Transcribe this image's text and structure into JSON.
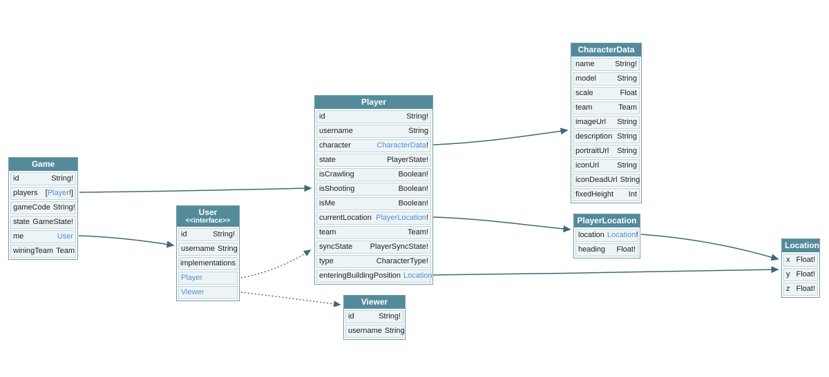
{
  "diagram": {
    "colors": {
      "header_bg": "#538b9b",
      "header_text": "#ffffff",
      "row_bg": "#eef4f6",
      "row_border": "#bcd4dc",
      "table_border": "#6f9aa8",
      "field_text": "#1b1b1b",
      "link_text": "#4a90d9",
      "edge": "#3c6977"
    },
    "tables": {
      "game": {
        "title": "Game",
        "fields": [
          {
            "name": "id",
            "type": "String!"
          },
          {
            "name": "players",
            "pre": "[",
            "link": "Player",
            "suffix": "!]"
          },
          {
            "name": "gameCode",
            "type": "String!"
          },
          {
            "name": "state",
            "type": "GameState!"
          },
          {
            "name": "me",
            "link": "User"
          },
          {
            "name": "winingTeam",
            "type": "Team"
          }
        ]
      },
      "user": {
        "title": "User",
        "subtitle": "<<interface>>",
        "fields": [
          {
            "name": "id",
            "type": "String!"
          },
          {
            "name": "username",
            "type": "String"
          },
          {
            "name": "implementations",
            "center": true
          },
          {
            "link": "Player"
          },
          {
            "link": "Viewer"
          }
        ]
      },
      "player": {
        "title": "Player",
        "fields": [
          {
            "name": "id",
            "type": "String!"
          },
          {
            "name": "username",
            "type": "String"
          },
          {
            "name": "character",
            "link": "CharacterData",
            "suffix": "!"
          },
          {
            "name": "state",
            "type": "PlayerState!"
          },
          {
            "name": "isCrawling",
            "type": "Boolean!"
          },
          {
            "name": "isShooting",
            "type": "Boolean!"
          },
          {
            "name": "isMe",
            "type": "Boolean!"
          },
          {
            "name": "currentLocation",
            "link": "PlayerLocation",
            "suffix": "!"
          },
          {
            "name": "team",
            "type": "Team!"
          },
          {
            "name": "syncState",
            "type": "PlayerSyncState!"
          },
          {
            "name": "type",
            "type": "CharacterType!"
          },
          {
            "name": "enteringBuildingPosition",
            "link": "Location"
          }
        ]
      },
      "viewer": {
        "title": "Viewer",
        "fields": [
          {
            "name": "id",
            "type": "String!"
          },
          {
            "name": "username",
            "type": "String"
          }
        ]
      },
      "characterData": {
        "title": "CharacterData",
        "fields": [
          {
            "name": "name",
            "type": "String!"
          },
          {
            "name": "model",
            "type": "String"
          },
          {
            "name": "scale",
            "type": "Float"
          },
          {
            "name": "team",
            "type": "Team"
          },
          {
            "name": "imageUrl",
            "type": "String"
          },
          {
            "name": "description",
            "type": "String"
          },
          {
            "name": "portraitUrl",
            "type": "String"
          },
          {
            "name": "iconUrl",
            "type": "String"
          },
          {
            "name": "iconDeadUrl",
            "type": "String"
          },
          {
            "name": "fixedHeight",
            "type": "Int"
          }
        ]
      },
      "playerLocation": {
        "title": "PlayerLocation",
        "fields": [
          {
            "name": "location",
            "link": "Location",
            "suffix": "!"
          },
          {
            "name": "heading",
            "type": "Float!"
          }
        ]
      },
      "location": {
        "title": "Location",
        "fields": [
          {
            "name": "x",
            "type": "Float!"
          },
          {
            "name": "y",
            "type": "Float!"
          },
          {
            "name": "z",
            "type": "Float!"
          }
        ]
      }
    },
    "edges": [
      {
        "from": "Game.players",
        "to": "Player",
        "style": "solid"
      },
      {
        "from": "Game.me",
        "to": "User",
        "style": "solid"
      },
      {
        "from": "User.Player",
        "to": "Player",
        "style": "dotted"
      },
      {
        "from": "User.Viewer",
        "to": "Viewer",
        "style": "dotted"
      },
      {
        "from": "Player.character",
        "to": "CharacterData",
        "style": "solid"
      },
      {
        "from": "Player.currentLocation",
        "to": "PlayerLocation",
        "style": "solid"
      },
      {
        "from": "Player.enteringBuildingPosition",
        "to": "Location",
        "style": "solid"
      },
      {
        "from": "PlayerLocation.location",
        "to": "Location",
        "style": "solid"
      }
    ]
  }
}
